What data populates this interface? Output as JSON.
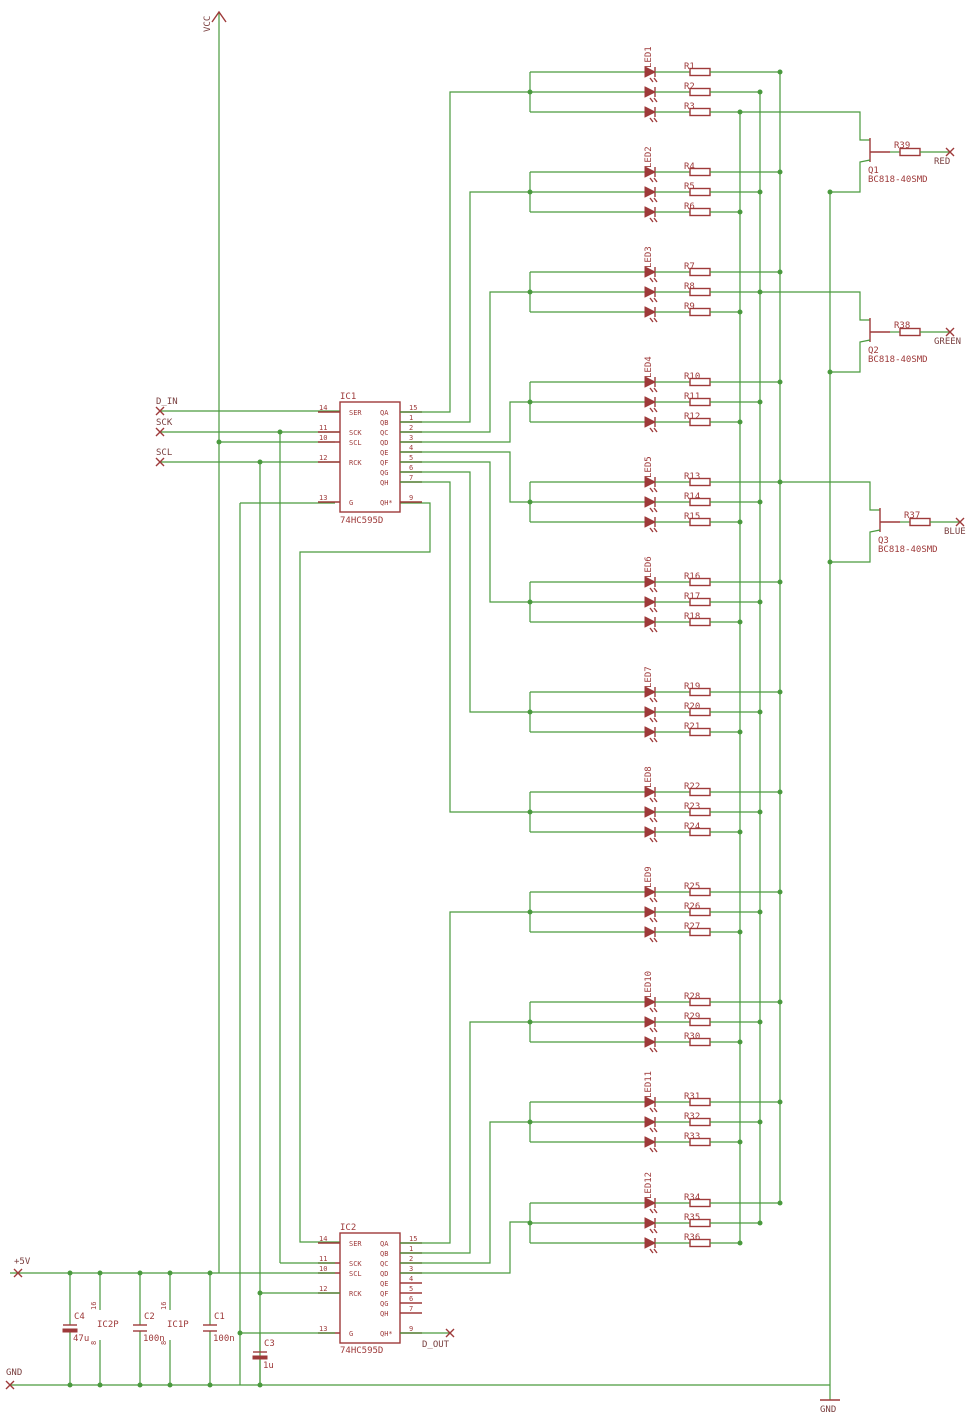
{
  "nets": {
    "vcc": "VCC",
    "d_in": "D_IN",
    "sck": "SCK",
    "scl": "SCL",
    "plus5v": "+5V",
    "gnd": "GND",
    "gnd_sym": "GND",
    "d_out": "D_OUT",
    "red": "RED",
    "green": "GREEN",
    "blue": "BLUE"
  },
  "ic1": {
    "name": "IC1",
    "value": "74HC595D",
    "left_pins": [
      {
        "num": "14",
        "name": "SER"
      },
      {
        "num": "11",
        "name": "SCK"
      },
      {
        "num": "10",
        "name": "SCL"
      },
      {
        "num": "12",
        "name": "RCK"
      },
      {
        "num": "13",
        "name": "G"
      }
    ],
    "right_pins": [
      {
        "num": "15",
        "name": "QA"
      },
      {
        "num": "1",
        "name": "QB"
      },
      {
        "num": "2",
        "name": "QC"
      },
      {
        "num": "3",
        "name": "QD"
      },
      {
        "num": "4",
        "name": "QE"
      },
      {
        "num": "5",
        "name": "QF"
      },
      {
        "num": "6",
        "name": "QG"
      },
      {
        "num": "7",
        "name": "QH"
      },
      {
        "num": "9",
        "name": "QH*"
      }
    ]
  },
  "ic2": {
    "name": "IC2",
    "value": "74HC595D",
    "left_pins": [
      {
        "num": "14",
        "name": "SER"
      },
      {
        "num": "11",
        "name": "SCK"
      },
      {
        "num": "10",
        "name": "SCL"
      },
      {
        "num": "12",
        "name": "RCK"
      },
      {
        "num": "13",
        "name": "G"
      }
    ],
    "right_pins": [
      {
        "num": "15",
        "name": "QA"
      },
      {
        "num": "1",
        "name": "QB"
      },
      {
        "num": "2",
        "name": "QC"
      },
      {
        "num": "3",
        "name": "QD"
      },
      {
        "num": "4",
        "name": "QE"
      },
      {
        "num": "5",
        "name": "QF"
      },
      {
        "num": "6",
        "name": "QG"
      },
      {
        "num": "7",
        "name": "QH"
      },
      {
        "num": "9",
        "name": "QH*"
      }
    ]
  },
  "leds": [
    "LED1",
    "LED2",
    "LED3",
    "LED4",
    "LED5",
    "LED6",
    "LED7",
    "LED8",
    "LED9",
    "LED10",
    "LED11",
    "LED12"
  ],
  "resistors": [
    "R1",
    "R2",
    "R3",
    "R4",
    "R5",
    "R6",
    "R7",
    "R8",
    "R9",
    "R10",
    "R11",
    "R12",
    "R13",
    "R14",
    "R15",
    "R16",
    "R17",
    "R18",
    "R19",
    "R20",
    "R21",
    "R22",
    "R23",
    "R24",
    "R25",
    "R26",
    "R27",
    "R28",
    "R29",
    "R30",
    "R31",
    "R32",
    "R33",
    "R34",
    "R35",
    "R36"
  ],
  "transistors": [
    {
      "name": "Q1",
      "value": "BC818-40SMD",
      "res": "R39",
      "net": "RED"
    },
    {
      "name": "Q2",
      "value": "BC818-40SMD",
      "res": "R38",
      "net": "GREEN"
    },
    {
      "name": "Q3",
      "value": "BC818-40SMD",
      "res": "R37",
      "net": "BLUE"
    }
  ],
  "caps": [
    {
      "name": "C4",
      "value": "47u"
    },
    {
      "name": "C2",
      "value": "100n"
    },
    {
      "name": "C1",
      "value": "100n"
    },
    {
      "name": "C3",
      "value": "1u"
    }
  ],
  "power_parts": [
    {
      "name": "IC2P",
      "top": "16",
      "bottom": "8"
    },
    {
      "name": "IC1P",
      "top": "16",
      "bottom": "8"
    }
  ]
}
